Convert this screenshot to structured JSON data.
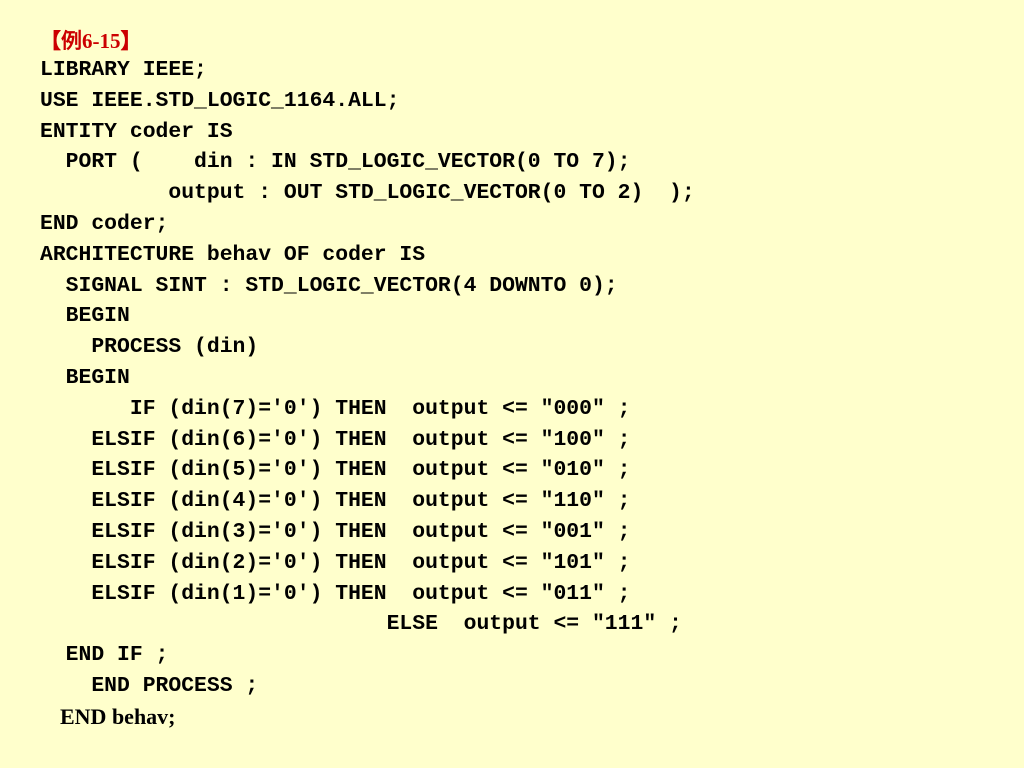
{
  "colors": {
    "background": "#ffffcc",
    "title": "#cc0000",
    "code": "#000000"
  },
  "slide": {
    "title": "【例6-15】",
    "code_lines": [
      "LIBRARY IEEE;",
      "USE IEEE.STD_LOGIC_1164.ALL;",
      "ENTITY coder IS",
      "  PORT (    din : IN STD_LOGIC_VECTOR(0 TO 7);",
      "          output : OUT STD_LOGIC_VECTOR(0 TO 2)  );",
      "END coder;",
      "ARCHITECTURE behav OF coder IS",
      "  SIGNAL SINT : STD_LOGIC_VECTOR(4 DOWNTO 0);",
      "  BEGIN",
      "    PROCESS (din)",
      "  BEGIN",
      "       IF (din(7)='0') THEN  output <= \"000\" ;",
      "    ELSIF (din(6)='0') THEN  output <= \"100\" ;",
      "    ELSIF (din(5)='0') THEN  output <= \"010\" ;",
      "    ELSIF (din(4)='0') THEN  output <= \"110\" ;",
      "    ELSIF (din(3)='0') THEN  output <= \"001\" ;",
      "    ELSIF (din(2)='0') THEN  output <= \"101\" ;",
      "    ELSIF (din(1)='0') THEN  output <= \"011\" ;",
      "                           ELSE  output <= \"111\" ;",
      "  END IF ;",
      "    END PROCESS ;"
    ],
    "end_line": "END behav;"
  }
}
